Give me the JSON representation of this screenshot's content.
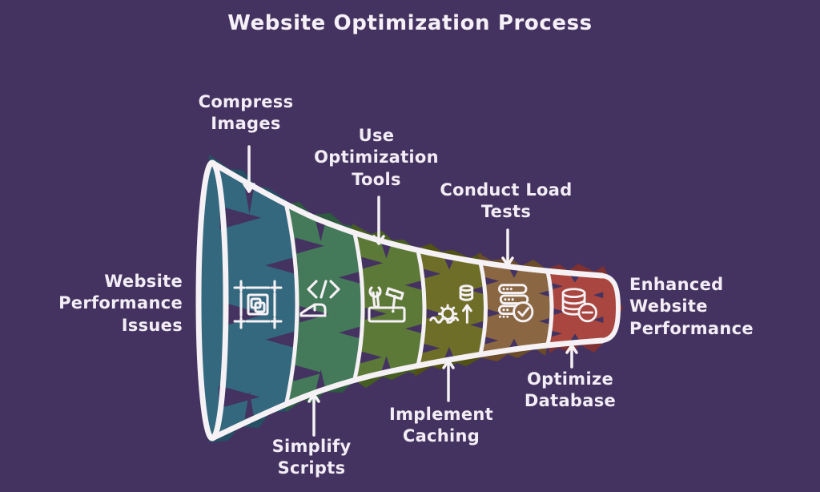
{
  "title": "Website Optimization Process",
  "colors": {
    "background": "#443360",
    "outline": "#f5f1f4",
    "text": "#f3edf5"
  },
  "funnel": {
    "start_label": "Website\nPerformance\nIssues",
    "end_label": "Enhanced\nWebsite\nPerformance",
    "stages": [
      {
        "label": "Compress\nImages",
        "position": "top",
        "color": "#33687f",
        "shadow": "#254f63",
        "icon": "compress-images-icon"
      },
      {
        "label": "Simplify\nScripts",
        "position": "bottom",
        "color": "#44795a",
        "shadow": "#2e5a40",
        "icon": "code-scripts-icon"
      },
      {
        "label": "Use\nOptimization\nTools",
        "position": "top",
        "color": "#5d7938",
        "shadow": "#465d22",
        "icon": "tools-icon"
      },
      {
        "label": "Implement\nCaching",
        "position": "bottom",
        "color": "#6f6e28",
        "shadow": "#525114",
        "icon": "caching-gear-icon"
      },
      {
        "label": "Conduct Load\nTests",
        "position": "top",
        "color": "#8a6742",
        "shadow": "#6a4b2a",
        "icon": "server-check-icon"
      },
      {
        "label": "Optimize\nDatabase",
        "position": "bottom",
        "color": "#a9463f",
        "shadow": "#7f3031",
        "icon": "database-minus-icon"
      }
    ]
  }
}
